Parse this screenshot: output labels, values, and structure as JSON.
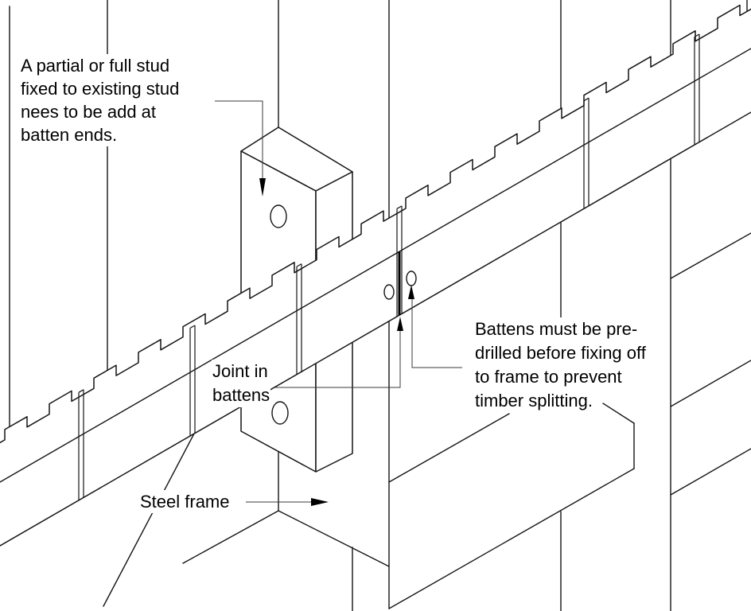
{
  "figure": {
    "type": "isometric-construction-detail",
    "background_color": "#ffffff",
    "line_color": "#141414",
    "subject": "Timber battens fixed across a steel stud frame"
  },
  "annotations": {
    "stud_note": {
      "lines": [
        "A partial or full stud",
        "fixed to existing stud",
        "nees to be add at",
        "batten ends."
      ]
    },
    "predrill_note": {
      "lines": [
        "Battens must be pre-",
        "drilled before fixing off",
        "to frame to prevent",
        "timber splitting."
      ]
    },
    "joint_label": {
      "lines": [
        "Joint in",
        "battens"
      ]
    },
    "frame_label": {
      "text": "Steel frame"
    }
  }
}
